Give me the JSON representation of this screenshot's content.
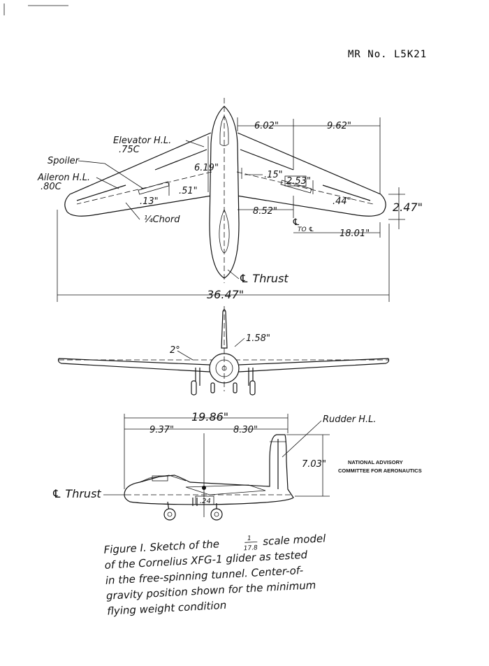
{
  "header": {
    "report_number": "MR No. L5K21"
  },
  "plan_view": {
    "elevator_label": "Elevator H.L.",
    "elevator_chord": ".75C",
    "spoiler_label": "Spoiler",
    "aileron_label": "Aileron H.L.",
    "aileron_chord": ".80C",
    "quarter_chord_label": "¼Chord",
    "thrust_label": "℄ Thrust",
    "to_cl_label": "TO ℄",
    "cl_symbol": "℄",
    "dims": {
      "d602": "6.02\"",
      "d962": "9.62\"",
      "d619": "6.19\"",
      "d15": ".15\"",
      "d253": "2.53\"",
      "d51": ".51\"",
      "d13": ".13\"",
      "d44": ".44\"",
      "d852": "8.52\"",
      "d247": "2.47\"",
      "d1801": "18.01\"",
      "d3647": "36.47\""
    }
  },
  "front_view": {
    "dihedral": "2°",
    "d158": "1.58\""
  },
  "side_view": {
    "rudder_label": "Rudder H.L.",
    "thrust_label": "℄ Thrust",
    "dims": {
      "d1986": "19.86\"",
      "d937": "9.37\"",
      "d830": "8.30\"",
      "d703": "7.03\"",
      "d24": ".24"
    }
  },
  "stamp": {
    "line1": "NATIONAL ADVISORY",
    "line2": "COMMITTEE FOR AERONAUTICS"
  },
  "caption": {
    "line1": "Figure I.   Sketch of the",
    "scale_num": "1",
    "scale_den": "17.8",
    "line1b": "scale model",
    "line2": "of the Cornelius XFG-1 glider as tested",
    "line3": "in the free-spinning tunnel. Center-of-",
    "line4": "gravity position shown for the minimum",
    "line5": "flying weight condition"
  }
}
